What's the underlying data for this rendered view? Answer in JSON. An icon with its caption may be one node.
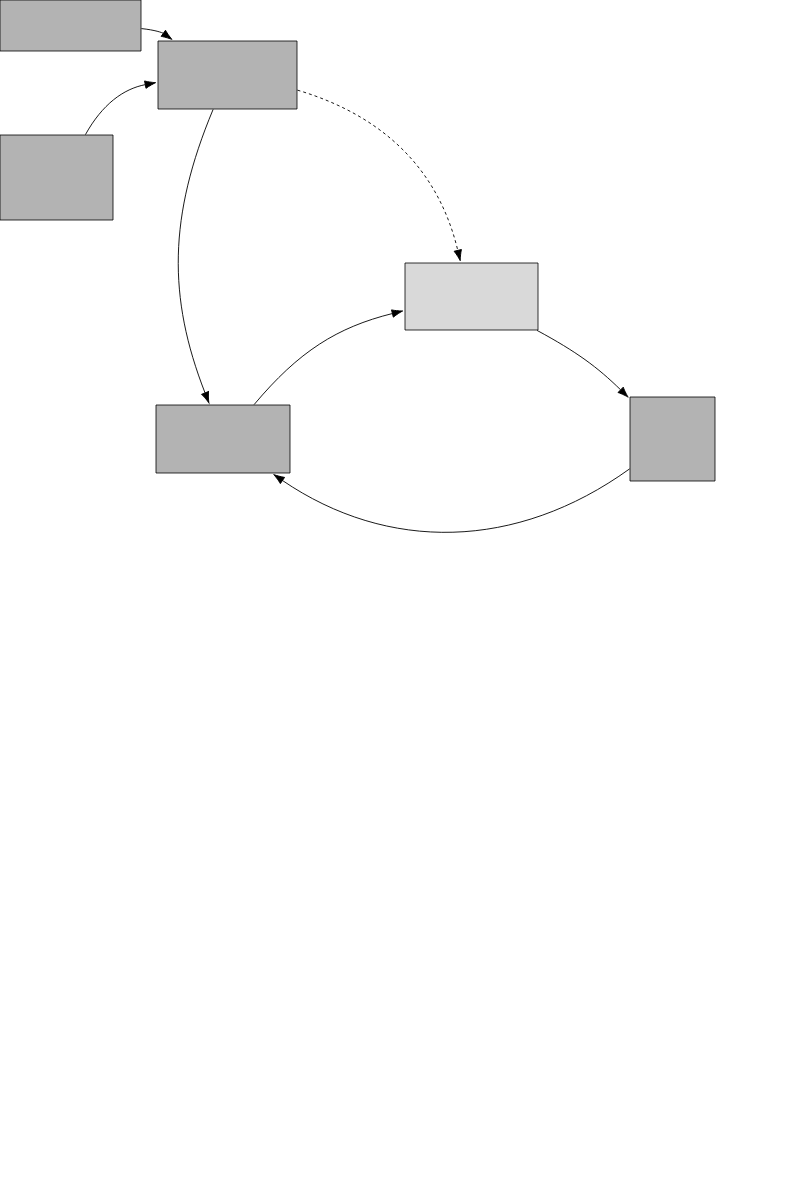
{
  "diagram": {
    "nodes": [
      {
        "text": [],
        "shape": "box"
      },
      {
        "text": [],
        "shape": "box"
      },
      {
        "text": [],
        "shape": "box"
      },
      {
        "text": [],
        "shape": "box"
      },
      {
        "text": [],
        "shape": "box"
      },
      {
        "text": [],
        "shape": "box"
      }
    ],
    "edges": [
      {
        "from": 0,
        "to": 1,
        "arrow": "to"
      },
      {
        "from": 2,
        "to": 1,
        "arrow": "to"
      },
      {
        "from": 1,
        "to": 3,
        "arrow": "to",
        "style": "dashed"
      },
      {
        "from": 1,
        "to": 5,
        "arrow": "to"
      },
      {
        "from": 5,
        "to": 3,
        "arrow": "to"
      },
      {
        "from": 3,
        "to": 4,
        "arrow": "to"
      },
      {
        "from": 4,
        "to": 5,
        "arrow": "to"
      }
    ]
  }
}
